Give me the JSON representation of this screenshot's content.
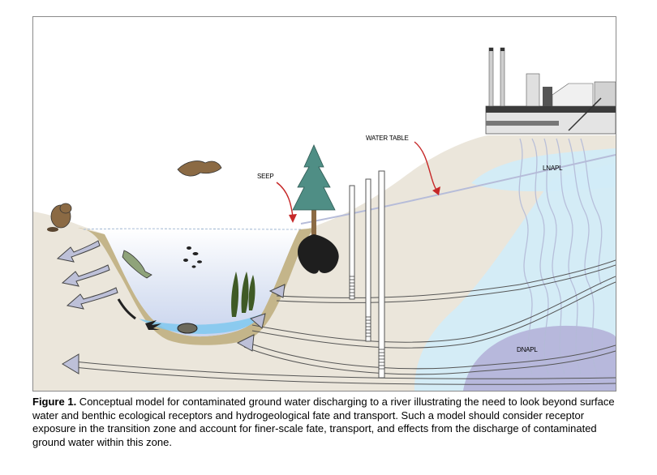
{
  "figure": {
    "labels": {
      "water_table": "WATER TABLE",
      "seep": "SEEP",
      "lnapl": "LNAPL",
      "dnapl": "DNAPL"
    },
    "colors": {
      "soil": "#ebe6db",
      "bank": "#c4b58a",
      "river": "#d9e3f3",
      "riverbed_water": "#7fc8ee",
      "plume_light": "#d2ecf8",
      "dnapl": "#b7b8dc",
      "flow_arrow_fill": "#bdc0d8",
      "flow_arrow_stroke": "#444444",
      "tree": "#4f8e85",
      "wood": "#8b6a44",
      "plant": "#3f5a25",
      "seep_arrow": "#c62828"
    }
  },
  "caption": {
    "label": "Figure 1.",
    "text": " Conceptual model for contaminated ground water discharging to a river illustrating the need to look beyond surface water and benthic ecological receptors and hydrogeological fate and transport. Such a model should consider receptor exposure in the transition zone and account for finer-scale fate, transport, and effects from the discharge of contaminated ground water within this zone."
  }
}
